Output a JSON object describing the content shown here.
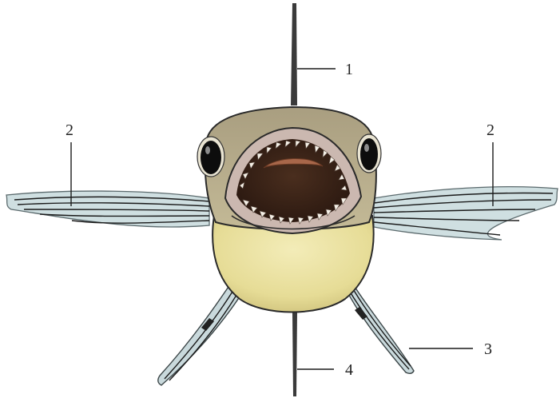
{
  "callouts": {
    "dorsal_fin": "1",
    "left_pectoral_fin": "2",
    "right_pectoral_fin": "2",
    "pelvic_fin": "3",
    "anal_fin": "4"
  },
  "colors": {
    "head": "#b8ad8e",
    "head_shade": "#8f8468",
    "belly": "#ece3a2",
    "belly_shade": "#d8cd86",
    "mouth": "#3a2418",
    "mouth_rim": "#c9b7ae",
    "teeth": "#f4efe6",
    "fin_ray_light": "#dce8e9",
    "fin_ray_dark": "#7d8f93",
    "outline": "#222222"
  }
}
